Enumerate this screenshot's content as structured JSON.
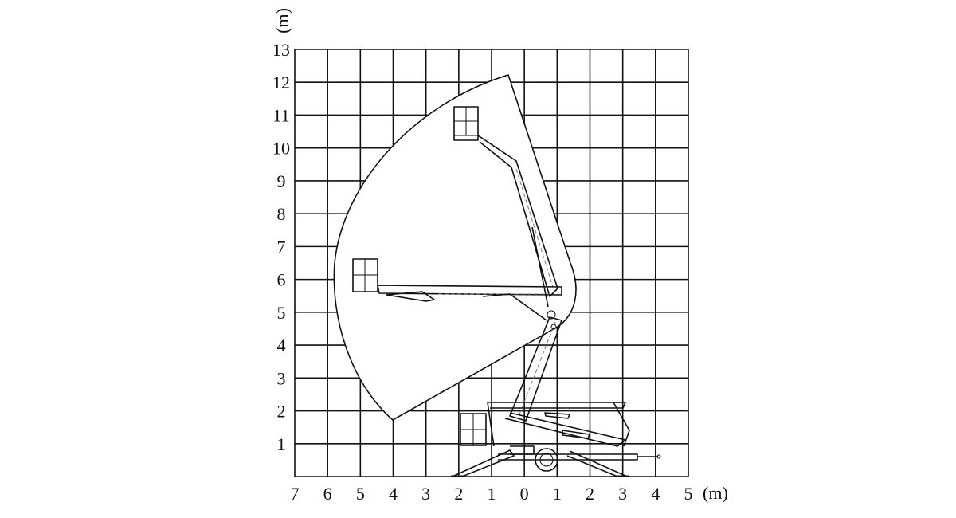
{
  "diagram": {
    "title": "Working range diagram",
    "y_axis": {
      "unit_label": "(m)",
      "ticks": [
        "13",
        "12",
        "11",
        "10",
        "9",
        "8",
        "7",
        "6",
        "5",
        "4",
        "3",
        "2",
        "1"
      ]
    },
    "x_axis": {
      "unit_label": "(m)",
      "ticks": [
        "7",
        "6",
        "5",
        "4",
        "3",
        "2",
        "1",
        "0",
        "1",
        "2",
        "3",
        "4",
        "5"
      ]
    },
    "max_working_height_m": 12.2,
    "max_outreach_m": 5.8
  }
}
